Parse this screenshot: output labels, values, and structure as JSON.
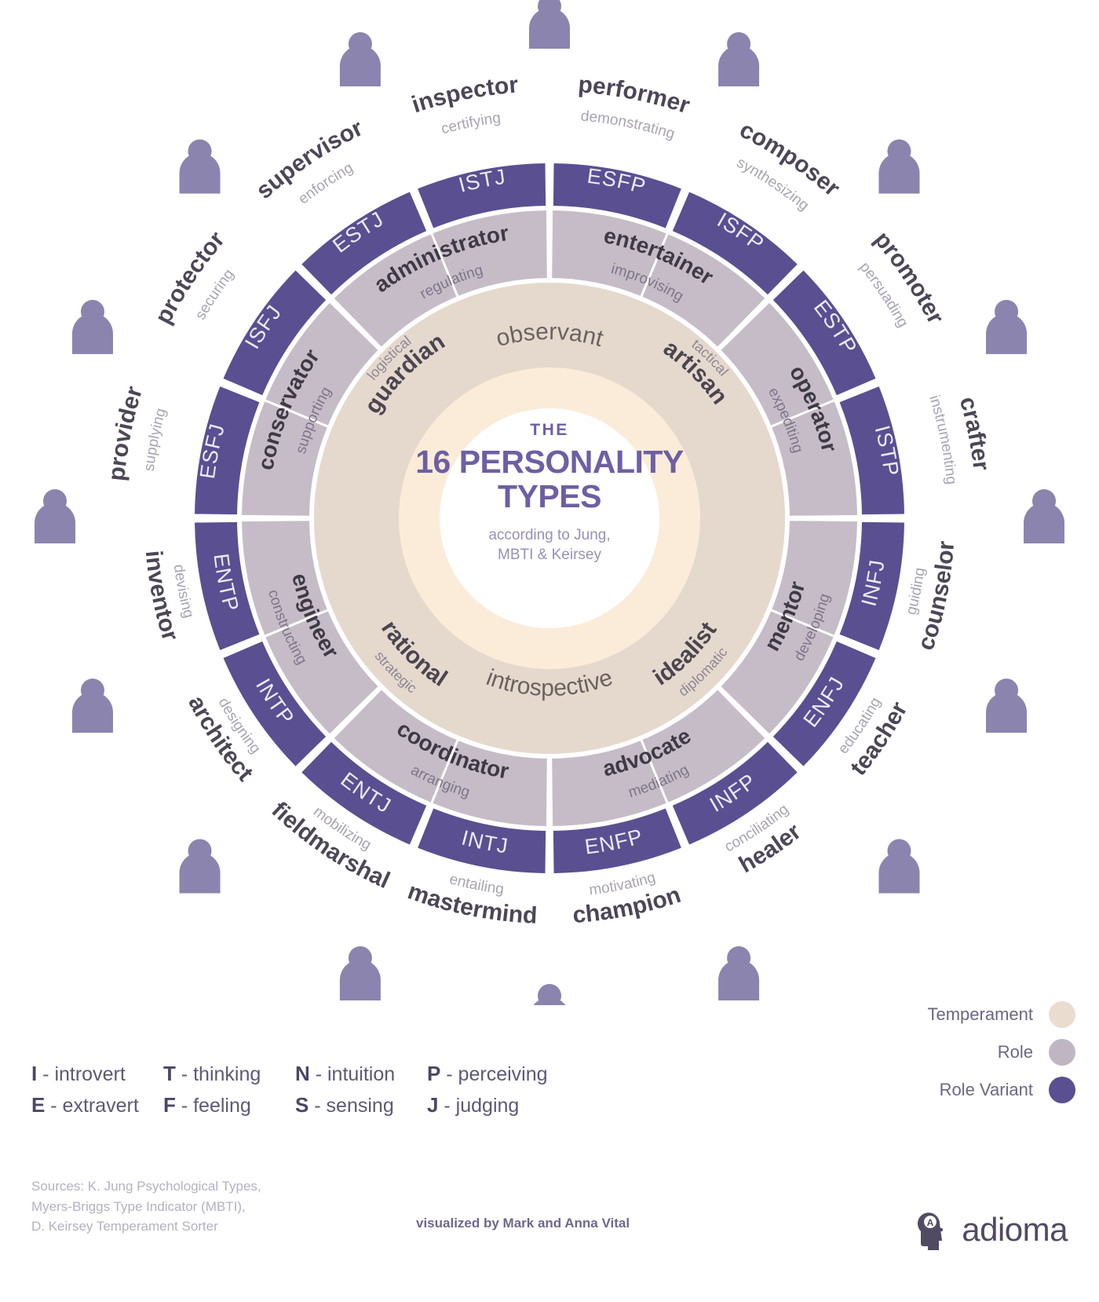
{
  "center": {
    "the": "THE",
    "title": "16 PERSONALITY",
    "title2": "TYPES",
    "subtitle_1": "according to Jung,",
    "subtitle_2": "MBTI & Keirsey"
  },
  "axes": [
    {
      "label": "observant",
      "angle": -90
    },
    {
      "label": "introspective",
      "angle": 90
    }
  ],
  "legend": {
    "items": [
      {
        "label": "Temperament",
        "color": "#eaddd0"
      },
      {
        "label": "Role",
        "color": "#c0b6c3"
      },
      {
        "label": "Role Variant",
        "color": "#5a4f91"
      }
    ]
  },
  "keys": [
    [
      {
        "letter": "I",
        "text": "- introvert"
      },
      {
        "letter": "E",
        "text": "- extravert"
      }
    ],
    [
      {
        "letter": "T",
        "text": "- thinking"
      },
      {
        "letter": "F",
        "text": "- feeling"
      }
    ],
    [
      {
        "letter": "N",
        "text": "- intuition"
      },
      {
        "letter": "S",
        "text": "- sensing"
      }
    ],
    [
      {
        "letter": "P",
        "text": "- perceiving"
      },
      {
        "letter": "J",
        "text": "- judging"
      }
    ]
  ],
  "footer": {
    "sources_1": "Sources: K. Jung Psychological Types,",
    "sources_2": "Myers-Briggs Type Indicator (MBTI),",
    "sources_3": "D. Keirsey Temperament Sorter",
    "visualized_by": "visualized by Mark and Anna Vital",
    "brand": "adioma"
  },
  "colors": {
    "role_variant": "#5a4f91",
    "role": "#c6bcc7",
    "temperament": "#e5d9ce",
    "core": "#fbecd9",
    "accent_text": "#6d5fa3"
  },
  "chart_data": {
    "type": "pie",
    "title": "THE 16 PERSONALITY TYPES",
    "rings": [
      "temperament",
      "role",
      "role_variant"
    ],
    "temperaments": [
      {
        "name": "guardian",
        "verb": "logistical",
        "axis": "observant"
      },
      {
        "name": "artisan",
        "verb": "tactical",
        "axis": "observant"
      },
      {
        "name": "idealist",
        "verb": "diplomatic",
        "axis": "introspective"
      },
      {
        "name": "rational",
        "verb": "strategic",
        "axis": "introspective"
      }
    ],
    "roles": [
      {
        "name": "administrator",
        "verb": "regulating",
        "temperament": "guardian"
      },
      {
        "name": "conservator",
        "verb": "supporting",
        "temperament": "guardian"
      },
      {
        "name": "entertainer",
        "verb": "improvising",
        "temperament": "artisan"
      },
      {
        "name": "operator",
        "verb": "expediting",
        "temperament": "artisan"
      },
      {
        "name": "mentor",
        "verb": "developing",
        "temperament": "idealist"
      },
      {
        "name": "advocate",
        "verb": "mediating",
        "temperament": "idealist"
      },
      {
        "name": "engineer",
        "verb": "constructing",
        "temperament": "rational"
      },
      {
        "name": "coordinator",
        "verb": "arranging",
        "temperament": "rational"
      }
    ],
    "types": [
      {
        "code": "ISTJ",
        "variant": "inspector",
        "verb": "certifying",
        "role": "administrator",
        "icon": "inspector-icon"
      },
      {
        "code": "ESTJ",
        "variant": "supervisor",
        "verb": "enforcing",
        "role": "administrator",
        "icon": "supervisor-icon"
      },
      {
        "code": "ISFJ",
        "variant": "protector",
        "verb": "securing",
        "role": "conservator",
        "icon": "protector-icon"
      },
      {
        "code": "ESFJ",
        "variant": "provider",
        "verb": "supplying",
        "role": "conservator",
        "icon": "provider-icon"
      },
      {
        "code": "ESFP",
        "variant": "performer",
        "verb": "demonstrating",
        "role": "entertainer",
        "icon": "performer-icon"
      },
      {
        "code": "ISFP",
        "variant": "composer",
        "verb": "synthesizing",
        "role": "entertainer",
        "icon": "composer-icon"
      },
      {
        "code": "ESTP",
        "variant": "promoter",
        "verb": "persuading",
        "role": "operator",
        "icon": "promoter-icon"
      },
      {
        "code": "ISTP",
        "variant": "crafter",
        "verb": "instrumenting",
        "role": "operator",
        "icon": "crafter-icon"
      },
      {
        "code": "INFJ",
        "variant": "counselor",
        "verb": "guiding",
        "role": "mentor",
        "icon": "counselor-icon"
      },
      {
        "code": "ENFJ",
        "variant": "teacher",
        "verb": "educating",
        "role": "mentor",
        "icon": "teacher-icon"
      },
      {
        "code": "INFP",
        "variant": "healer",
        "verb": "conciliating",
        "role": "advocate",
        "icon": "healer-icon"
      },
      {
        "code": "ENFP",
        "variant": "champion",
        "verb": "motivating",
        "role": "advocate",
        "icon": "champion-icon"
      },
      {
        "code": "INTJ",
        "variant": "mastermind",
        "verb": "entailing",
        "role": "coordinator",
        "icon": "mastermind-icon"
      },
      {
        "code": "ENTJ",
        "variant": "fieldmarshal",
        "verb": "mobilizing",
        "role": "coordinator",
        "icon": "fieldmarshal-icon"
      },
      {
        "code": "INTP",
        "variant": "architect",
        "verb": "designing",
        "role": "engineer",
        "icon": "architect-icon"
      },
      {
        "code": "ENTP",
        "variant": "inventor",
        "verb": "devising",
        "role": "engineer",
        "icon": "inventor-icon"
      }
    ]
  }
}
